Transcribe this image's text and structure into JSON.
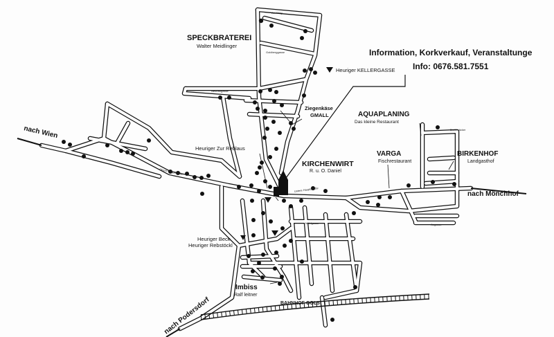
{
  "info": {
    "line1": "Information, Korkverkauf, Veranstaltunge",
    "line2": "Info: 0676.581.7551"
  },
  "places": {
    "speckbraterei_title": "SPECKBRATEREI",
    "speckbraterei_sub": "Walter Meidlinger",
    "heuriger_kellergasse": "Heuriger KELLERGASSE",
    "ziegenkaese_line1": "Ziegenkäse",
    "ziegenkaese_line2": "GMALL",
    "aquaplaning_title": "AQUAPLANING",
    "aquaplaning_sub": "Das kleine Restaurant",
    "varga_title": "VARGA",
    "varga_sub": "Fischrestaurant",
    "birkenhof_title": "BIRKENHOF",
    "birkenhof_sub": "Landgasthof",
    "kirchenwirt_title": "KIRCHENWIRT",
    "kirchenwirt_sub": "R. u. O. Daniel",
    "heuriger_reblaus": "Heuriger Zur Reblaus",
    "heuriger_beck": "Heuriger Beck",
    "heuriger_rebstoeckl": "Heuriger Rebstöckl",
    "imbiss_title": "Imbiss",
    "imbiss_sub": "Ralf leitner",
    "bahnhof": "BAHNHOF GOLS"
  },
  "directions": {
    "wien": "nach Wien",
    "moenchhof": "nach Mönchhof",
    "podersdorf": "nach Podersdorf"
  },
  "streets": {
    "am_berg": "Am Berg",
    "goldberg": "Goldberggasse",
    "neubau": "Neubaugasse",
    "obere_hs": "Obere Hauptstraße",
    "untere_hs": "Untere Hauptstraße",
    "muehlgasse": "Mühlgasse",
    "breitenaecker": "Breitenäcker",
    "augasse": "Augasse"
  },
  "colors": {
    "ink": "#111111",
    "paper": "#fdfdfd"
  },
  "icons": {
    "heuriger": "triangle-down-icon",
    "winery": "numbered-circle-icon",
    "church": "church-icon"
  }
}
